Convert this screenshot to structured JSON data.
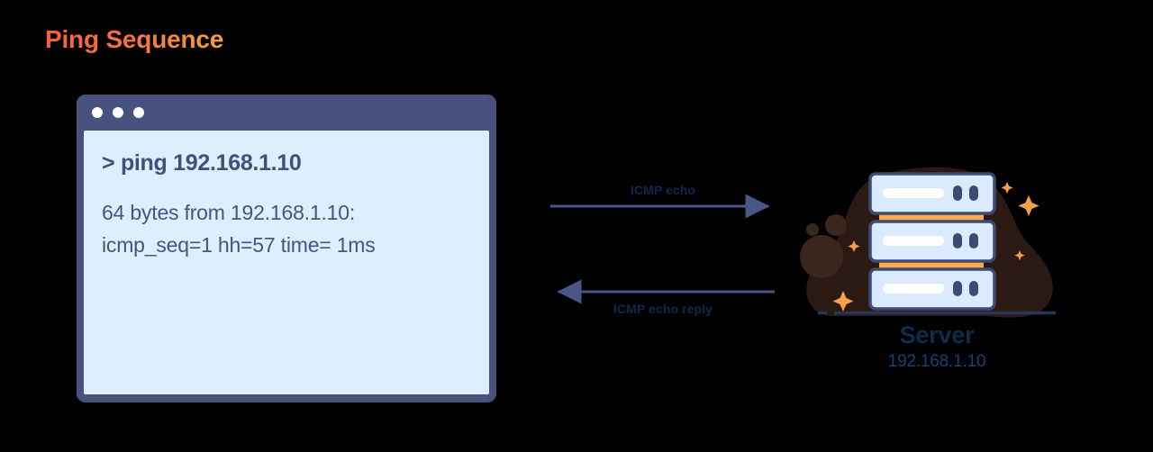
{
  "page": {
    "title": "Ping Sequence",
    "background_color": "#000000",
    "title_gradient_from": "#f4603e",
    "title_gradient_to": "#f5a03c"
  },
  "terminal": {
    "window_name": "ping-terminal",
    "titlebar_color": "#47527f",
    "body_color": "#ddeefc",
    "text_color": "#47547f",
    "dots": [
      "close-dot",
      "minimize-dot",
      "maximize-dot"
    ],
    "prompt_line": "> ping 192.168.1.10",
    "output_lines": [
      "64 bytes from 192.168.1.10:",
      "icmp_seq=1 hh=57 time= 1ms"
    ]
  },
  "flow": {
    "request": {
      "label": "ICMP echo",
      "direction": "right",
      "color": "#4a5686"
    },
    "reply": {
      "label": "ICMP echo reply",
      "direction": "left",
      "color": "#4a5686"
    },
    "label_color": "#10294b"
  },
  "server": {
    "name": "Server",
    "ip": "192.168.1.10",
    "name_color": "#0e2b4d",
    "ip_color": "#14436e",
    "rack_fill": "#dbeafe",
    "rack_stroke": "#3d4a73",
    "accent_color": "#f9a94a",
    "blob_color": "#2b1a13",
    "units": 3
  }
}
